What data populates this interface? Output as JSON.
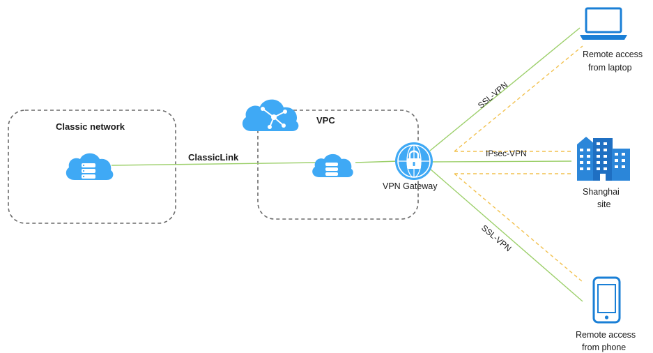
{
  "nodes": {
    "classic_network": {
      "label": "Classic network"
    },
    "vpc": {
      "label": "VPC"
    },
    "vpn_gateway": {
      "label": "VPN Gateway"
    },
    "laptop": {
      "label_line1": "Remote access",
      "label_line2": "from laptop"
    },
    "shanghai": {
      "label_line1": "Shanghai",
      "label_line2": "site"
    },
    "phone": {
      "label_line1": "Remote access",
      "label_line2": "from phone"
    }
  },
  "links": {
    "classiclink": {
      "label": "ClassicLink"
    },
    "ssl_top": {
      "label": "SSL-VPN"
    },
    "ipsec": {
      "label": "IPsec-VPN"
    },
    "ssl_bottom": {
      "label": "SSL-VPN"
    }
  },
  "colors": {
    "link_line": "#9ccf6a",
    "tunnel_dash": "#f2c14e",
    "cloud_blue": "#3fa9f5",
    "icon_blue": "#1a7fd6",
    "building_blue": "#2b86d9",
    "box_border": "#6b6b6b"
  },
  "icons": {
    "cloud_server": "cloud-server-icon",
    "cloud_network": "cloud-network-icon",
    "vpn_gateway": "vpn-gateway-lock-icon",
    "laptop": "laptop-icon",
    "building": "building-icon",
    "phone": "smartphone-icon"
  }
}
